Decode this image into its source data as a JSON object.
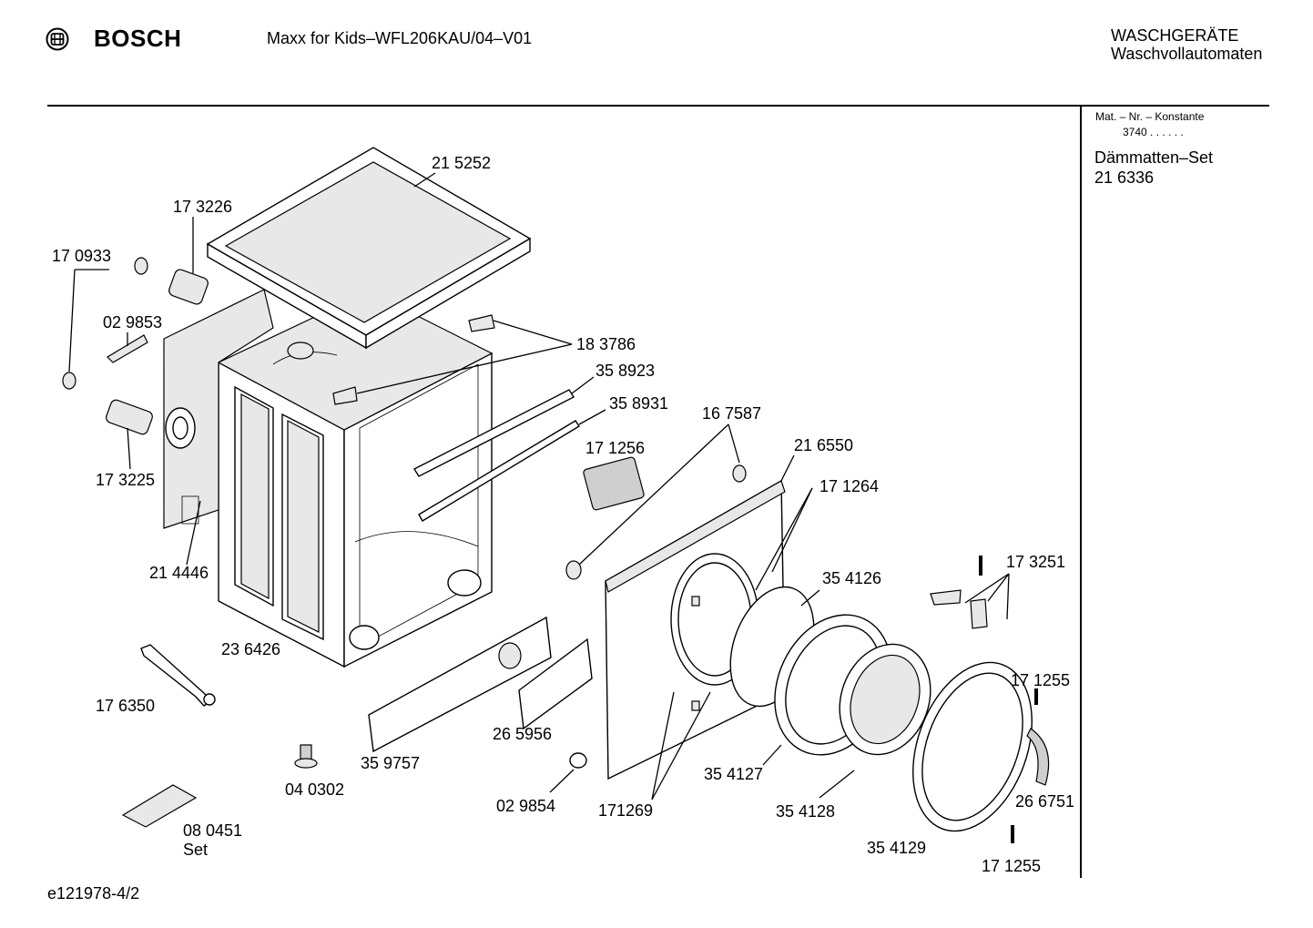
{
  "header": {
    "brand": "BOSCH",
    "model": "Maxx for Kids–WFL206KAU/04–V01",
    "category_line1": "WASCHGERÄTE",
    "category_line2": "Waschvollautomaten"
  },
  "sidebar": {
    "mat_label": "Mat. – Nr. – Konstante",
    "mat_value": "3740  .  .   .  .  .  .",
    "set_name": "Dämmatten–Set",
    "set_number": "21 6336"
  },
  "footer": {
    "drawing_id": "e121978-4/2"
  },
  "parts": [
    {
      "id": "p215252",
      "label": "21 5252"
    },
    {
      "id": "p173226",
      "label": "17 3226"
    },
    {
      "id": "p170933",
      "label": "17 0933"
    },
    {
      "id": "p029853",
      "label": "02 9853"
    },
    {
      "id": "p183786",
      "label": "18 3786"
    },
    {
      "id": "p358923",
      "label": "35 8923"
    },
    {
      "id": "p358931",
      "label": "35 8931"
    },
    {
      "id": "p167587",
      "label": "16 7587"
    },
    {
      "id": "p216550",
      "label": "21 6550"
    },
    {
      "id": "p171256",
      "label": "17 1256"
    },
    {
      "id": "p171264",
      "label": "17 1264"
    },
    {
      "id": "p173225",
      "label": "17 3225"
    },
    {
      "id": "p214446",
      "label": "21 4446"
    },
    {
      "id": "p354126",
      "label": "35 4126"
    },
    {
      "id": "p173251",
      "label": "17 3251"
    },
    {
      "id": "p236426",
      "label": "23 6426"
    },
    {
      "id": "p176350",
      "label": "17 6350"
    },
    {
      "id": "p171255a",
      "label": "17 1255"
    },
    {
      "id": "p265956",
      "label": "26 5956"
    },
    {
      "id": "p359757",
      "label": "35 9757"
    },
    {
      "id": "p354127",
      "label": "35 4127"
    },
    {
      "id": "p040302",
      "label": "04 0302"
    },
    {
      "id": "p029854",
      "label": "02 9854"
    },
    {
      "id": "p171269",
      "label": "171269"
    },
    {
      "id": "p354128",
      "label": "35 4128"
    },
    {
      "id": "p266751",
      "label": "26 6751"
    },
    {
      "id": "p080451",
      "label": "08 0451"
    },
    {
      "id": "p080451set",
      "label": "Set"
    },
    {
      "id": "p354129",
      "label": "35 4129"
    },
    {
      "id": "p171255b",
      "label": "17 1255"
    }
  ]
}
